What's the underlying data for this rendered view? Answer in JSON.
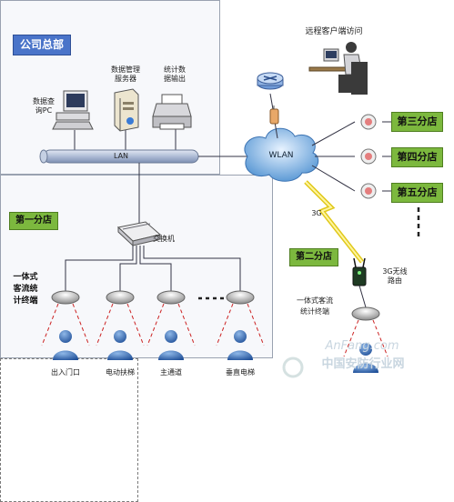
{
  "hq": {
    "title": "公司总部"
  },
  "remote_client_label": "远程客户端访问",
  "hq_devices": {
    "pc_label_l1": "数据查",
    "pc_label_l2": "询PC",
    "server_label_l1": "数据管理",
    "server_label_l2": "服务器",
    "printer_label_l1": "统计数",
    "printer_label_l2": "据输出"
  },
  "lan_label": "LAN",
  "wlan_label": "WLAN",
  "branches": {
    "third": "第三分店",
    "fourth": "第四分店",
    "fifth": "第五分店",
    "first": "第一分店",
    "second": "第二分店"
  },
  "link_3g": "3G",
  "router_label_l1": "3G无线",
  "router_label_l2": "路由",
  "switch_label": "交换机",
  "terminal_label_l1": "一体式",
  "terminal_label_l2": "客流统",
  "terminal_label_l3": "计终端",
  "b2_terminal_l1": "一体式客流",
  "b2_terminal_l2": "统计终端",
  "locations": [
    "出入门口",
    "电动扶梯",
    "主通道",
    "垂直电梯"
  ],
  "watermark": {
    "en": "AnFang.com",
    "cn": "中国安防行业网"
  },
  "colors": {
    "tag_blue": "#4a74c9",
    "tag_green": "#7cb83e",
    "lan_bar": "#b9c7de",
    "cloud": "#6fa8dc",
    "beam": "#cc2222"
  }
}
